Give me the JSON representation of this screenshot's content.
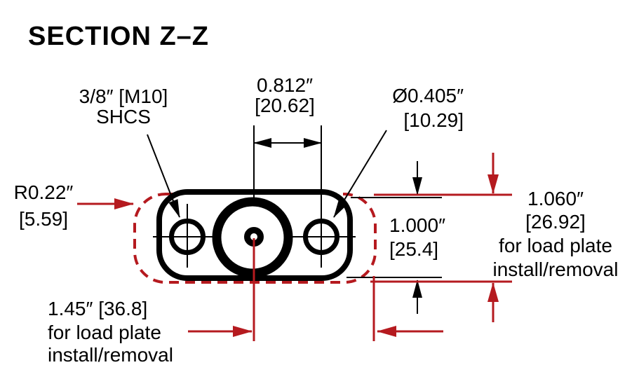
{
  "title": "SECTION Z–Z",
  "colors": {
    "ink": "#000000",
    "dimension_red": "#b51a1f",
    "background": "#ffffff"
  },
  "annotations": {
    "screw_callout": {
      "line1": "3/8″ [M10]",
      "line2": "SHCS"
    },
    "hole_spacing": {
      "line1": "0.812″",
      "line2": "[20.62]"
    },
    "hole_diameter": {
      "line1": "Ø0.405″",
      "line2": "[10.29]"
    },
    "corner_radius": {
      "line1": "R0.22″",
      "line2": "[5.59]"
    },
    "plate_height": {
      "line1": "1.000″",
      "line2": "[25.4]"
    },
    "clearance_height": {
      "line1": "1.060″",
      "line2": "[26.92]",
      "line3": "for load plate",
      "line4": "install/removal"
    },
    "clearance_width": {
      "line1": "1.45″ [36.8]",
      "line2": "for load plate",
      "line3": "install/removal"
    }
  }
}
